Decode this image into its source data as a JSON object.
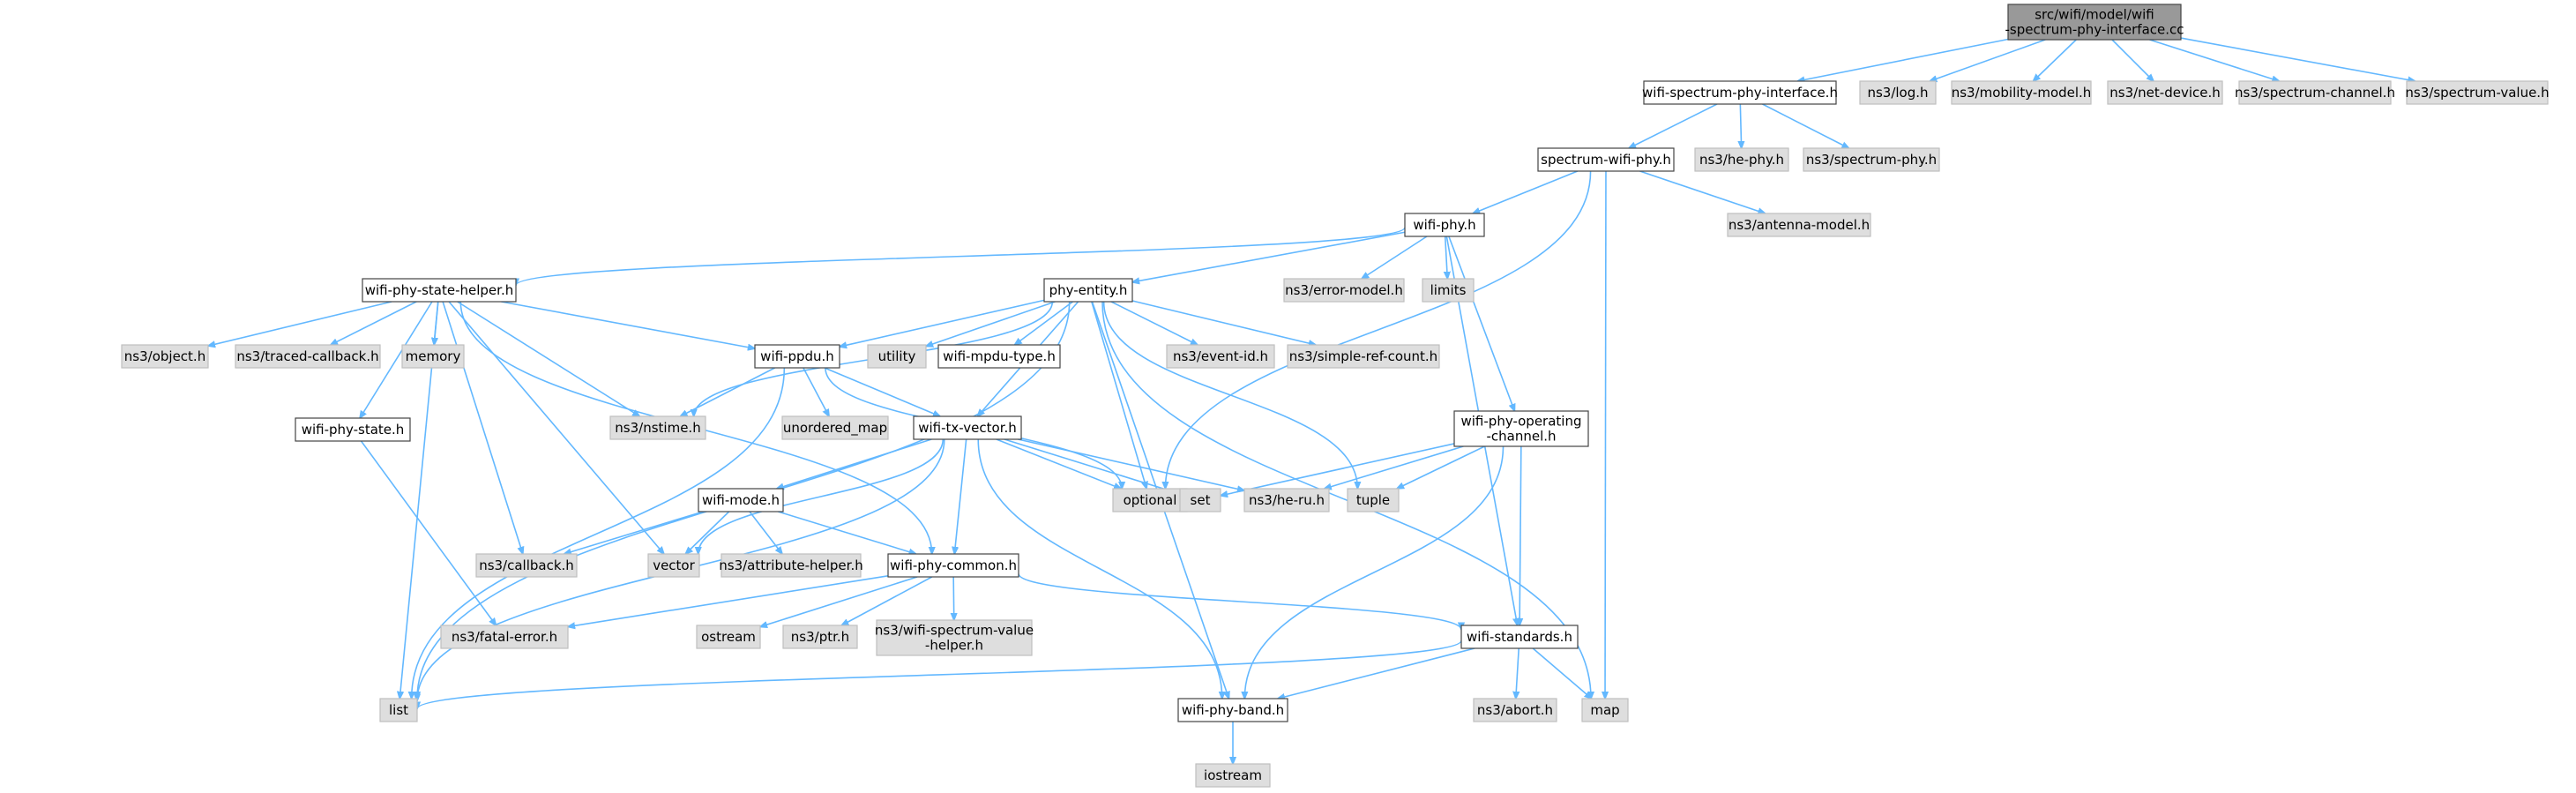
{
  "nodes": [
    {
      "id": "root",
      "lines": [
        "src/wifi/model/wifi",
        "-spectrum-phy-interface.cc"
      ],
      "style": "root"
    },
    {
      "id": "wsphi",
      "lines": [
        "wifi-spectrum-phy-interface.h"
      ],
      "style": "white"
    },
    {
      "id": "log",
      "lines": [
        "ns3/log.h"
      ],
      "style": "gray"
    },
    {
      "id": "mobility",
      "lines": [
        "ns3/mobility-model.h"
      ],
      "style": "gray"
    },
    {
      "id": "netdevice",
      "lines": [
        "ns3/net-device.h"
      ],
      "style": "gray"
    },
    {
      "id": "spectrumchannel",
      "lines": [
        "ns3/spectrum-channel.h"
      ],
      "style": "gray"
    },
    {
      "id": "spectrumvalue",
      "lines": [
        "ns3/spectrum-value.h"
      ],
      "style": "gray"
    },
    {
      "id": "swphy",
      "lines": [
        "spectrum-wifi-phy.h"
      ],
      "style": "white"
    },
    {
      "id": "hephy",
      "lines": [
        "ns3/he-phy.h"
      ],
      "style": "gray"
    },
    {
      "id": "spectrumphy",
      "lines": [
        "ns3/spectrum-phy.h"
      ],
      "style": "gray"
    },
    {
      "id": "wifiphy",
      "lines": [
        "wifi-phy.h"
      ],
      "style": "white"
    },
    {
      "id": "antenna",
      "lines": [
        "ns3/antenna-model.h"
      ],
      "style": "gray"
    },
    {
      "id": "wpsh",
      "lines": [
        "wifi-phy-state-helper.h"
      ],
      "style": "white"
    },
    {
      "id": "phyentity",
      "lines": [
        "phy-entity.h"
      ],
      "style": "white"
    },
    {
      "id": "errormodel",
      "lines": [
        "ns3/error-model.h"
      ],
      "style": "gray"
    },
    {
      "id": "limits",
      "lines": [
        "limits"
      ],
      "style": "gray"
    },
    {
      "id": "object",
      "lines": [
        "ns3/object.h"
      ],
      "style": "gray"
    },
    {
      "id": "tracedcb",
      "lines": [
        "ns3/traced-callback.h"
      ],
      "style": "gray"
    },
    {
      "id": "memory",
      "lines": [
        "memory"
      ],
      "style": "gray"
    },
    {
      "id": "wifippdu",
      "lines": [
        "wifi-ppdu.h"
      ],
      "style": "white"
    },
    {
      "id": "utility",
      "lines": [
        "utility"
      ],
      "style": "gray"
    },
    {
      "id": "mpdutype",
      "lines": [
        "wifi-mpdu-type.h"
      ],
      "style": "white"
    },
    {
      "id": "eventid",
      "lines": [
        "ns3/event-id.h"
      ],
      "style": "gray"
    },
    {
      "id": "simplerefcount",
      "lines": [
        "ns3/simple-ref-count.h"
      ],
      "style": "gray"
    },
    {
      "id": "nstime",
      "lines": [
        "ns3/nstime.h"
      ],
      "style": "gray"
    },
    {
      "id": "unorderedmap",
      "lines": [
        "unordered_map"
      ],
      "style": "gray"
    },
    {
      "id": "wifiphystate",
      "lines": [
        "wifi-phy-state.h"
      ],
      "style": "white"
    },
    {
      "id": "txvector",
      "lines": [
        "wifi-tx-vector.h"
      ],
      "style": "white"
    },
    {
      "id": "opchannel",
      "lines": [
        "wifi-phy-operating",
        "-channel.h"
      ],
      "style": "white"
    },
    {
      "id": "optional",
      "lines": [
        "optional"
      ],
      "style": "gray"
    },
    {
      "id": "set",
      "lines": [
        "set"
      ],
      "style": "gray"
    },
    {
      "id": "heru",
      "lines": [
        "ns3/he-ru.h"
      ],
      "style": "gray"
    },
    {
      "id": "tuple",
      "lines": [
        "tuple"
      ],
      "style": "gray"
    },
    {
      "id": "wifimode",
      "lines": [
        "wifi-mode.h"
      ],
      "style": "white"
    },
    {
      "id": "callback",
      "lines": [
        "ns3/callback.h"
      ],
      "style": "gray"
    },
    {
      "id": "vector",
      "lines": [
        "vector"
      ],
      "style": "gray"
    },
    {
      "id": "attrhelper",
      "lines": [
        "ns3/attribute-helper.h"
      ],
      "style": "gray"
    },
    {
      "id": "phycommon",
      "lines": [
        "wifi-phy-common.h"
      ],
      "style": "white"
    },
    {
      "id": "fatalerror",
      "lines": [
        "ns3/fatal-error.h"
      ],
      "style": "gray"
    },
    {
      "id": "ostream",
      "lines": [
        "ostream"
      ],
      "style": "gray"
    },
    {
      "id": "ptr",
      "lines": [
        "ns3/ptr.h"
      ],
      "style": "gray"
    },
    {
      "id": "svhelper",
      "lines": [
        "ns3/wifi-spectrum-value",
        "-helper.h"
      ],
      "style": "gray"
    },
    {
      "id": "standards",
      "lines": [
        "wifi-standards.h"
      ],
      "style": "white"
    },
    {
      "id": "list",
      "lines": [
        "list"
      ],
      "style": "gray"
    },
    {
      "id": "phyband",
      "lines": [
        "wifi-phy-band.h"
      ],
      "style": "white"
    },
    {
      "id": "abort",
      "lines": [
        "ns3/abort.h"
      ],
      "style": "gray"
    },
    {
      "id": "map",
      "lines": [
        "map"
      ],
      "style": "gray"
    },
    {
      "id": "iostream",
      "lines": [
        "iostream"
      ],
      "style": "gray"
    }
  ],
  "edges": [
    [
      "root",
      "wsphi"
    ],
    [
      "root",
      "log"
    ],
    [
      "root",
      "mobility"
    ],
    [
      "root",
      "netdevice"
    ],
    [
      "root",
      "spectrumchannel"
    ],
    [
      "root",
      "spectrumvalue"
    ],
    [
      "wsphi",
      "swphy"
    ],
    [
      "wsphi",
      "hephy"
    ],
    [
      "wsphi",
      "spectrumphy"
    ],
    [
      "swphy",
      "wifiphy"
    ],
    [
      "swphy",
      "antenna"
    ],
    [
      "swphy",
      "optional"
    ],
    [
      "swphy",
      "map"
    ],
    [
      "wifiphy",
      "wpsh"
    ],
    [
      "wifiphy",
      "phyentity"
    ],
    [
      "wifiphy",
      "errormodel"
    ],
    [
      "wifiphy",
      "limits"
    ],
    [
      "wifiphy",
      "opchannel"
    ],
    [
      "wifiphy",
      "standards"
    ],
    [
      "wpsh",
      "object"
    ],
    [
      "wpsh",
      "tracedcb"
    ],
    [
      "wpsh",
      "memory"
    ],
    [
      "wpsh",
      "wifippdu"
    ],
    [
      "wpsh",
      "nstime"
    ],
    [
      "wpsh",
      "wifiphystate"
    ],
    [
      "wpsh",
      "callback"
    ],
    [
      "wpsh",
      "vector"
    ],
    [
      "wpsh",
      "phycommon"
    ],
    [
      "wpsh",
      "list"
    ],
    [
      "phyentity",
      "wifippdu"
    ],
    [
      "phyentity",
      "utility"
    ],
    [
      "phyentity",
      "mpdutype"
    ],
    [
      "phyentity",
      "eventid"
    ],
    [
      "phyentity",
      "simplerefcount"
    ],
    [
      "phyentity",
      "nstime"
    ],
    [
      "phyentity",
      "txvector"
    ],
    [
      "phyentity",
      "optional"
    ],
    [
      "phyentity",
      "tuple"
    ],
    [
      "phyentity",
      "map"
    ],
    [
      "phyentity",
      "list"
    ],
    [
      "phyentity",
      "phyband"
    ],
    [
      "wifippdu",
      "nstime"
    ],
    [
      "wifippdu",
      "unorderedmap"
    ],
    [
      "wifippdu",
      "txvector"
    ],
    [
      "wifippdu",
      "optional"
    ],
    [
      "wifippdu",
      "list"
    ],
    [
      "wifiphystate",
      "fatalerror"
    ],
    [
      "txvector",
      "wifimode"
    ],
    [
      "txvector",
      "phycommon"
    ],
    [
      "txvector",
      "optional"
    ],
    [
      "txvector",
      "set"
    ],
    [
      "txvector",
      "heru"
    ],
    [
      "txvector",
      "vector"
    ],
    [
      "txvector",
      "list"
    ],
    [
      "txvector",
      "phyband"
    ],
    [
      "opchannel",
      "set"
    ],
    [
      "opchannel",
      "heru"
    ],
    [
      "opchannel",
      "tuple"
    ],
    [
      "opchannel",
      "standards"
    ],
    [
      "opchannel",
      "phyband"
    ],
    [
      "wifimode",
      "callback"
    ],
    [
      "wifimode",
      "vector"
    ],
    [
      "wifimode",
      "attrhelper"
    ],
    [
      "wifimode",
      "phycommon"
    ],
    [
      "phycommon",
      "fatalerror"
    ],
    [
      "phycommon",
      "ostream"
    ],
    [
      "phycommon",
      "ptr"
    ],
    [
      "phycommon",
      "svhelper"
    ],
    [
      "phycommon",
      "standards"
    ],
    [
      "standards",
      "list"
    ],
    [
      "standards",
      "phyband"
    ],
    [
      "standards",
      "abort"
    ],
    [
      "standards",
      "map"
    ],
    [
      "phyband",
      "iostream"
    ]
  ],
  "colors": {
    "edge": "#63b8ff",
    "root_fill": "#999999",
    "gray_fill": "#dedede",
    "gray_stroke": "#bfbfbf",
    "white_fill": "#ffffff",
    "white_stroke": "#444444",
    "text": "#000000"
  }
}
